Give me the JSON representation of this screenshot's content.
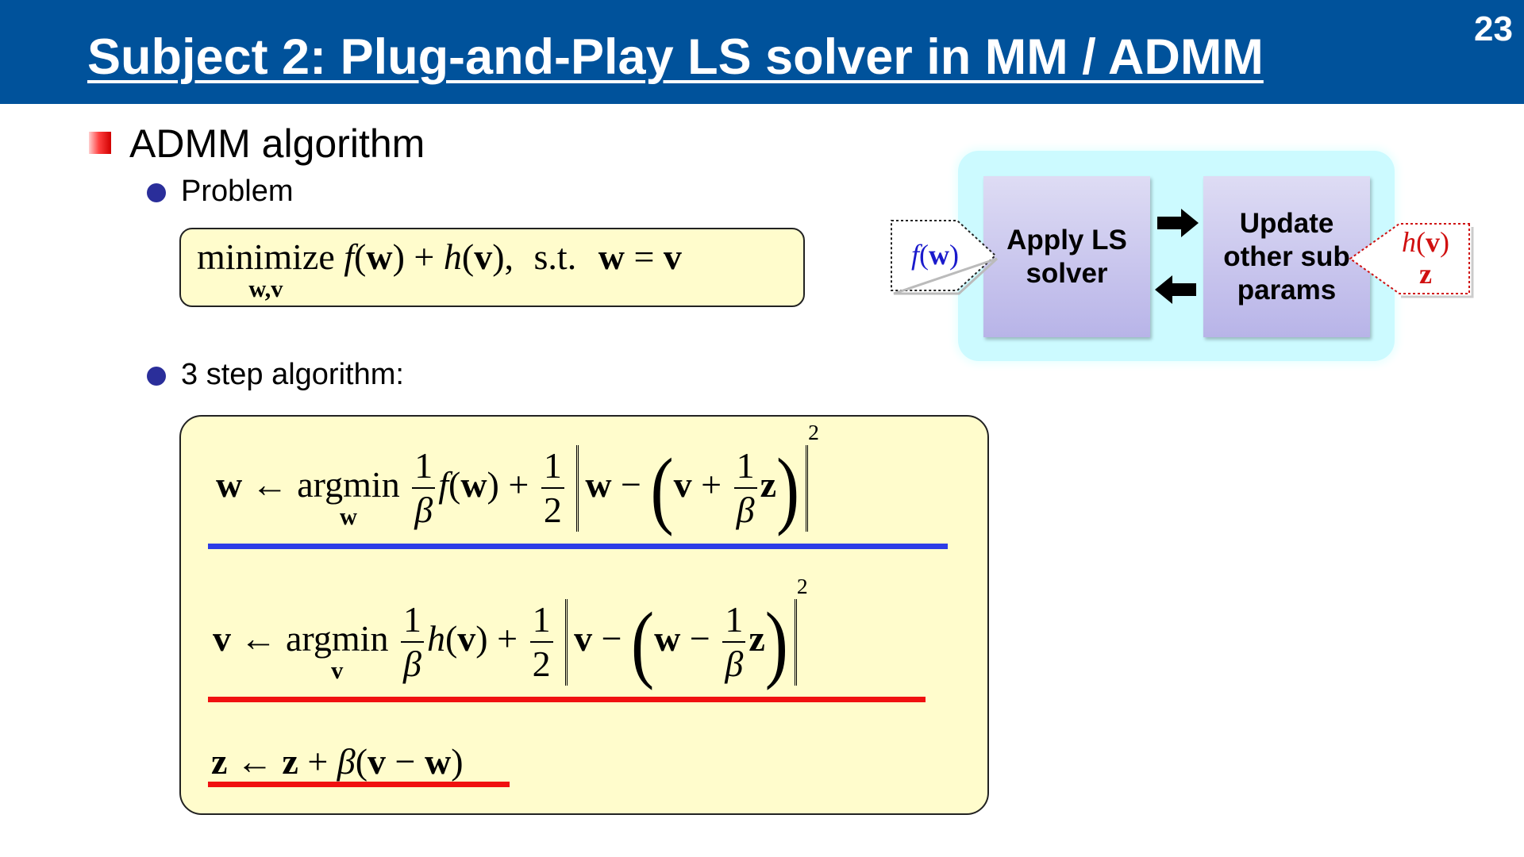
{
  "header": {
    "title": "Subject 2: Plug-and-Play LS solver in MM / ADMM",
    "page_number": "23"
  },
  "bullets": {
    "level1": "ADMM algorithm",
    "problem_label": "Problem",
    "steps_label": "3 step algorithm:"
  },
  "problem_eq": {
    "op": "minimize",
    "op_sub": "w,v",
    "f": "f",
    "h": "h",
    "w": "w",
    "v": "v",
    "st": "s.t."
  },
  "algorithm": {
    "arrow": "←",
    "argmin": "argmin",
    "w": "w",
    "v": "v",
    "z": "z",
    "f": "f",
    "h": "h",
    "beta": "β",
    "one": "1",
    "two": "2",
    "exp": "2"
  },
  "diagram": {
    "apply_block": "Apply LS solver",
    "update_block_line1": "Update",
    "update_block_line2": "other sub",
    "update_block_line3": "params",
    "left_input_f": "f",
    "left_input_w": "w",
    "right_input_h": "h",
    "right_input_v": "v",
    "right_input_z": "z"
  },
  "colors": {
    "header_bg": "#00529b",
    "blue_underline": "#2d3ce6",
    "red_underline": "#f01010",
    "box_fill": "#fffccc",
    "panel_fill": "#ccfaff",
    "callout_blue": "#1a1acc",
    "callout_red": "#d01010"
  },
  "icons": {
    "square_bullet": "red-gradient-square",
    "round_bullet": "navy-dot",
    "arrow_right": "black-right-arrow",
    "arrow_left": "black-left-arrow"
  }
}
